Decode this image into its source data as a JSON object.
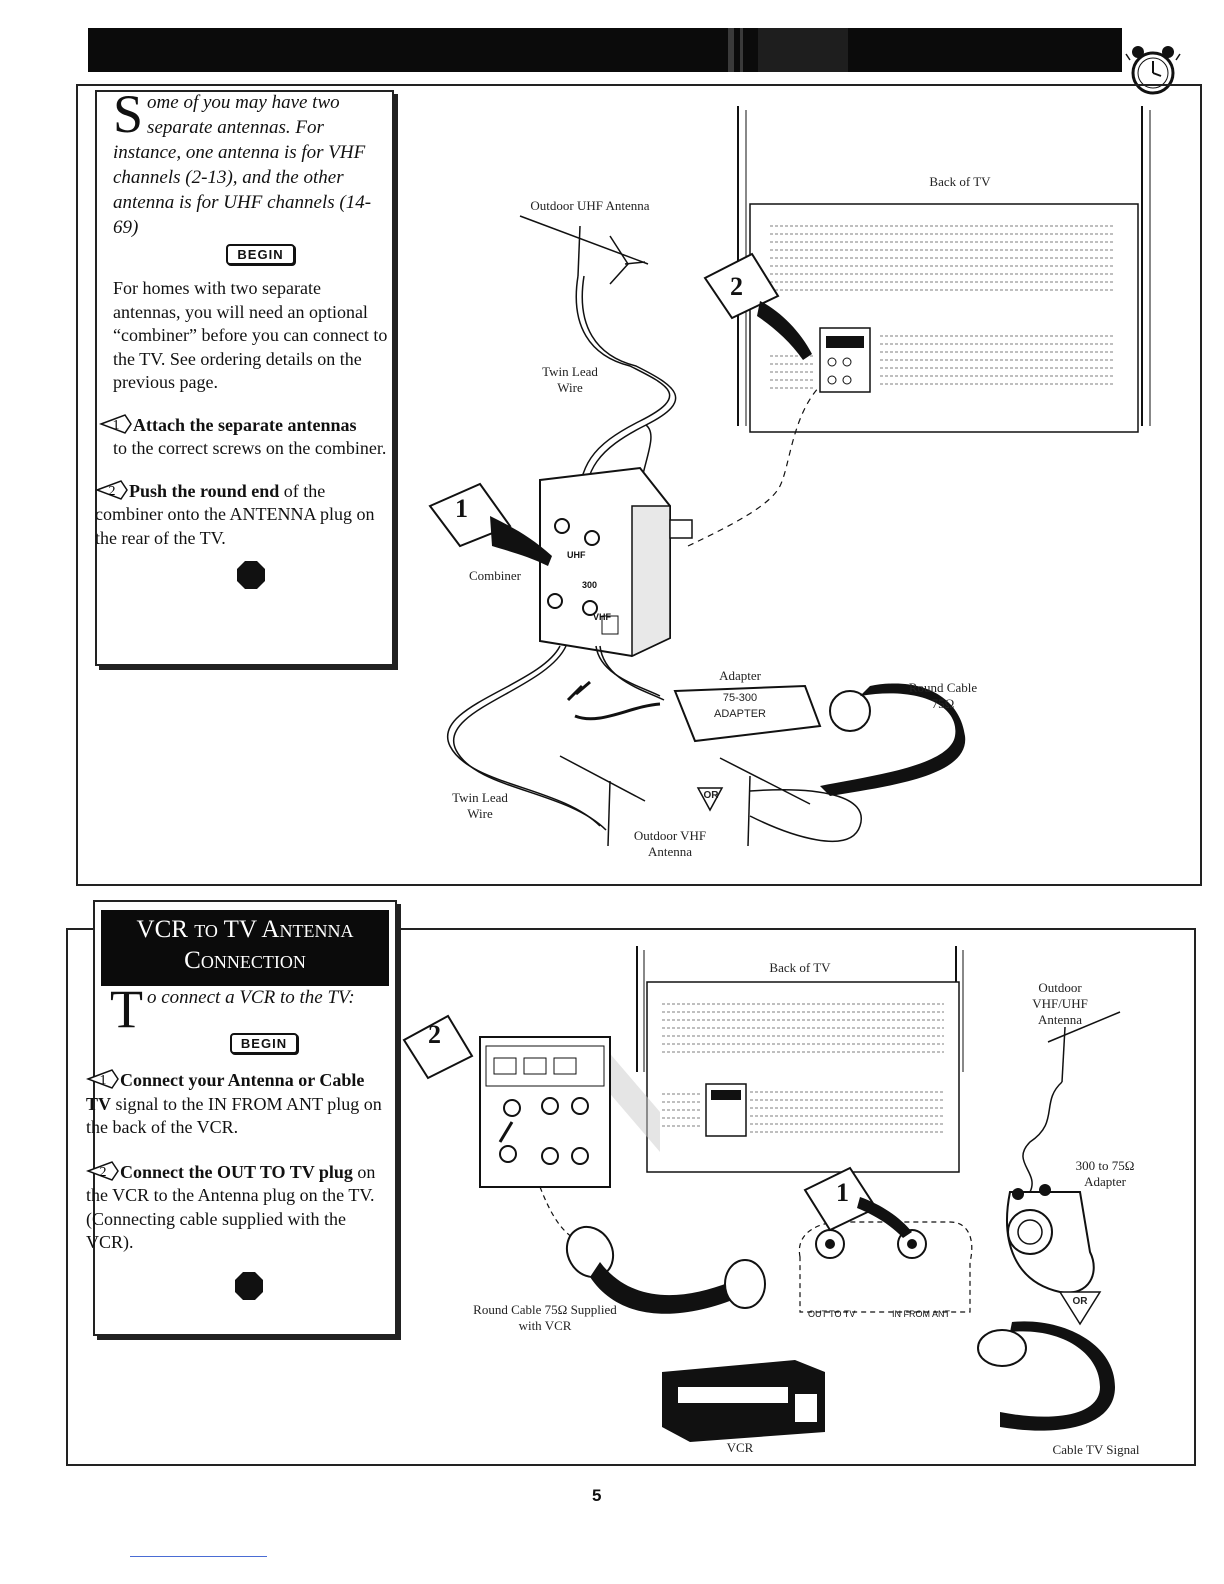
{
  "page_number": "5",
  "section1": {
    "intro": "ome of you may have two separate antennas. For instance, one antenna is for VHF channels (2-13), and the other antenna is for UHF channels (14-69)",
    "intro_dropcap": "S",
    "begin_label": "BEGIN",
    "body": "For homes with two separate antennas, you will need an optional “combiner” before you can connect to the TV. See ordering details on the previous page.",
    "step1_bold": "Attach the separate antennas",
    "step1_rest": "to the correct screws on the combiner.",
    "step2_bold": "Push the round end",
    "step2_rest": "of the combiner onto the ANTENNA plug on the rear of the TV.",
    "stop_label": "STOP",
    "diagram": {
      "uhf_antenna": "Outdoor UHF Antenna",
      "back_of_tv": "Back of TV",
      "twin_lead_top": "Twin Lead Wire",
      "combiner": "Combiner",
      "adapter": "Adapter",
      "adapter_box": "75-300 ADAPTER",
      "round_cable": "Round Cable 75Ω",
      "twin_lead_bottom": "Twin Lead Wire",
      "vhf_antenna": "Outdoor VHF Antenna",
      "or_label": "OR",
      "uhf_mark": "UHF",
      "vhf_mark": "VHF",
      "ohm_mark": "300",
      "callout1": "1",
      "callout2": "2"
    }
  },
  "section2": {
    "title_line1": "VCR to TV Antenna",
    "title_line2": "Connection",
    "intro_dropcap": "T",
    "intro": "o connect a VCR to the TV:",
    "begin_label": "BEGIN",
    "step1_bold": "Connect your Antenna or Cable TV",
    "step1_rest": "signal to the IN FROM ANT plug on the back of the VCR.",
    "step2_bold": "Connect the OUT TO TV plug",
    "step2_rest": "on the VCR to the Antenna plug on the TV. (Connecting cable supplied with the VCR).",
    "stop_label": "STOP",
    "diagram": {
      "back_of_tv": "Back of TV",
      "vhf_uhf_antenna": "Outdoor VHF/UHF Antenna",
      "adapter": "300 to 75Ω Adapter",
      "round_cable": "Round Cable 75Ω Supplied with VCR",
      "out_to_tv": "OUT TO TV",
      "in_from_ant": "IN FROM ANT",
      "vcr": "VCR",
      "cable_tv_signal": "Cable TV Signal",
      "or_label": "OR",
      "callout1": "1",
      "callout2": "2"
    }
  }
}
